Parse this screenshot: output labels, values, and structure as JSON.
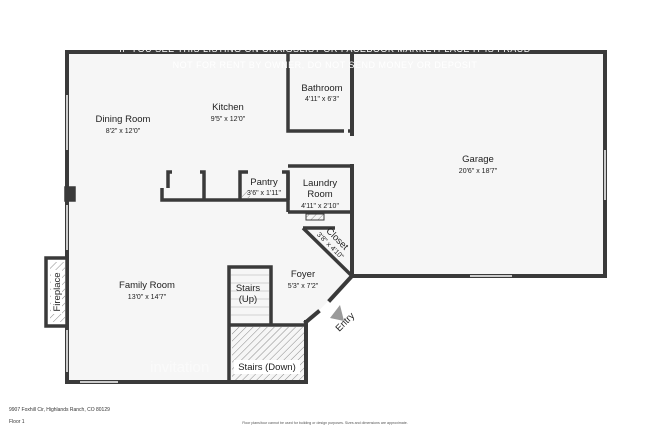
{
  "watermark": {
    "line1": "IF YOU SEE THIS LISTING ON CRAIGSLIST OR FACEBOOK MARKETPLACE IT IS FRAUD",
    "line2": "NOT FOR RENT BY OWNER, DO NOT SEND MONEY OR DEPOSIT",
    "logo_text": "invitation"
  },
  "rooms": {
    "dining_room": {
      "name": "Dining Room",
      "dims": "8'2\" x 12'0\""
    },
    "kitchen": {
      "name": "Kitchen",
      "dims": "9'5\" x 12'0\""
    },
    "bathroom": {
      "name": "Bathroom",
      "dims": "4'11\" x 6'3\""
    },
    "garage": {
      "name": "Garage",
      "dims": "20'6\" x 18'7\""
    },
    "pantry": {
      "name": "Pantry",
      "dims": "3'6\" x 1'11\""
    },
    "laundry": {
      "name1": "Laundry",
      "name2": "Room",
      "dims": "4'11\" x 2'10\""
    },
    "closet": {
      "name": "Closet",
      "dims": "3'8\" x 4'10\""
    },
    "family_room": {
      "name": "Family Room",
      "dims": "13'0\" x 14'7\""
    },
    "foyer": {
      "name": "Foyer",
      "dims": "5'3\" x 7'2\""
    },
    "stairs_up": {
      "name1": "Stairs",
      "name2": "(Up)"
    },
    "stairs_down": {
      "name": "Stairs (Down)"
    },
    "fireplace": {
      "name": "Fireplace"
    },
    "entry": {
      "name": "Entry"
    }
  },
  "footer": {
    "address": "9907 Foxhill Cir, Highlands Ranch, CO 80129",
    "floor": "Floor 1",
    "disclaimer": "Floor plans/tour cannot be used for building or design purposes. Sizes and dimensions are approximate."
  },
  "colors": {
    "wall": "#3a3a3a",
    "floor": "#f5f5f5",
    "hatch": "#9a9a9a"
  }
}
